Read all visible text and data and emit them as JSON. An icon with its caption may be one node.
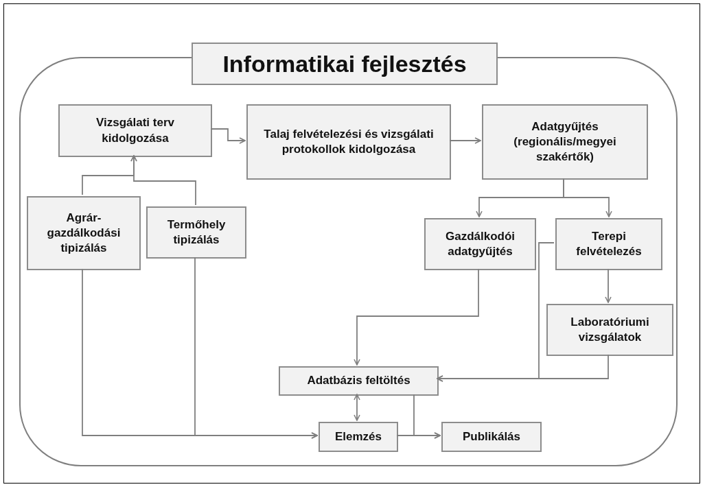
{
  "diagram": {
    "nodes": [
      {
        "text": [
          "Informatikai fejlesztés"
        ]
      },
      {
        "text": [
          "Vizsgálati terv kidolgozása"
        ],
        "in": 0
      },
      {
        "text": [
          "Talaj felvételezési és vizsgálati protokollok kidolgozása"
        ],
        "in": 0
      },
      {
        "text": [
          "Adatgyűjtés (regionális/megyei szakértők)"
        ],
        "in": 0
      },
      {
        "text": [
          "Agrár-gazdálkodási tipizálás"
        ],
        "in": 0
      },
      {
        "text": [
          "Termőhely tipizálás"
        ],
        "in": 0
      },
      {
        "text": [
          "Gazdálkodói adatgyűjtés"
        ],
        "in": 0
      },
      {
        "text": [
          "Terepi felvételezés"
        ],
        "in": 0
      },
      {
        "text": [
          "Laboratóriumi vizsgálatok"
        ],
        "in": 0
      },
      {
        "text": [
          "Adatbázis feltöltés"
        ],
        "in": 0
      },
      {
        "text": [
          "Elemzés"
        ],
        "in": 0
      },
      {
        "text": [
          "Publikálás"
        ],
        "in": 0
      }
    ],
    "edges": [
      {
        "from": 1,
        "to": 2,
        "arrow": "to"
      },
      {
        "from": 2,
        "to": 3,
        "arrow": "to"
      },
      {
        "from": 4,
        "to": 1,
        "arrow": "to"
      },
      {
        "from": 5,
        "to": 1,
        "arrow": "to"
      },
      {
        "from": 3,
        "to": 6,
        "arrow": "to"
      },
      {
        "from": 3,
        "to": 7,
        "arrow": "to"
      },
      {
        "from": 7,
        "to": 8,
        "arrow": "to"
      },
      {
        "from": 6,
        "to": 9,
        "arrow": "to"
      },
      {
        "from": 7,
        "to": 9,
        "arrow": "to"
      },
      {
        "from": 8,
        "to": 9,
        "arrow": "to"
      },
      {
        "from": 9,
        "to": 10,
        "arrow": "both"
      },
      {
        "from": 4,
        "to": 10,
        "arrow": "to"
      },
      {
        "from": 5,
        "to": 10,
        "arrow": "to"
      },
      {
        "from": 10,
        "to": 11,
        "arrow": "to"
      },
      {
        "from": 9,
        "to": 11,
        "arrow": "to"
      }
    ]
  }
}
